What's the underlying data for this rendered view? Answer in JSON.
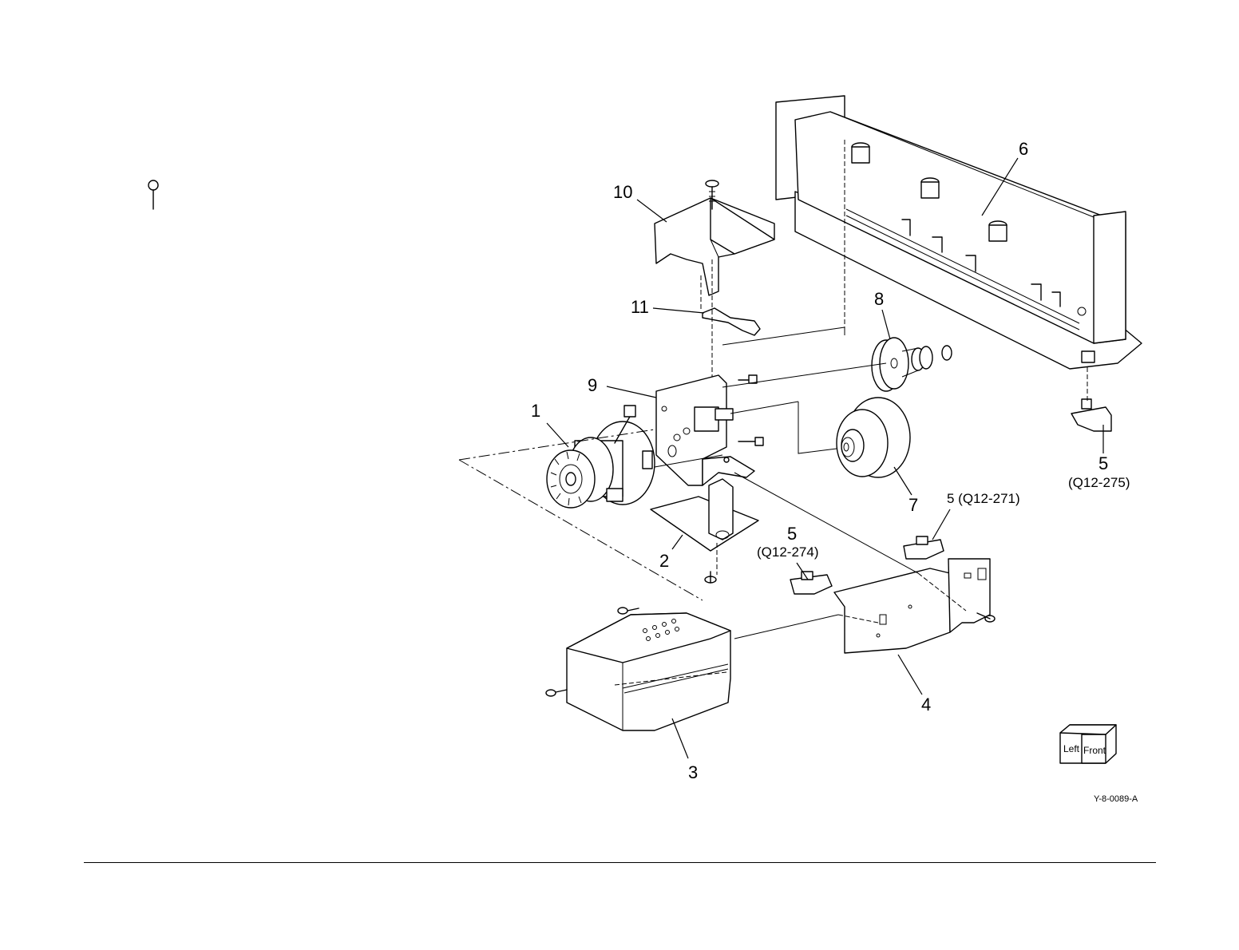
{
  "figure_id": "Y-8-0089-A",
  "orientation_cube": {
    "left_label": "Left",
    "front_label": "Front"
  },
  "callouts": {
    "c1": "1",
    "c2": "2",
    "c3": "3",
    "c4": "4",
    "c5a_num": "5",
    "c5a_ref": "(Q12-275)",
    "c5b_text": "5 (Q12-271)",
    "c5c_num": "5",
    "c5c_ref": "(Q12-274)",
    "c6": "6",
    "c7": "7",
    "c8": "8",
    "c9": "9",
    "c10": "10",
    "c11": "11"
  }
}
